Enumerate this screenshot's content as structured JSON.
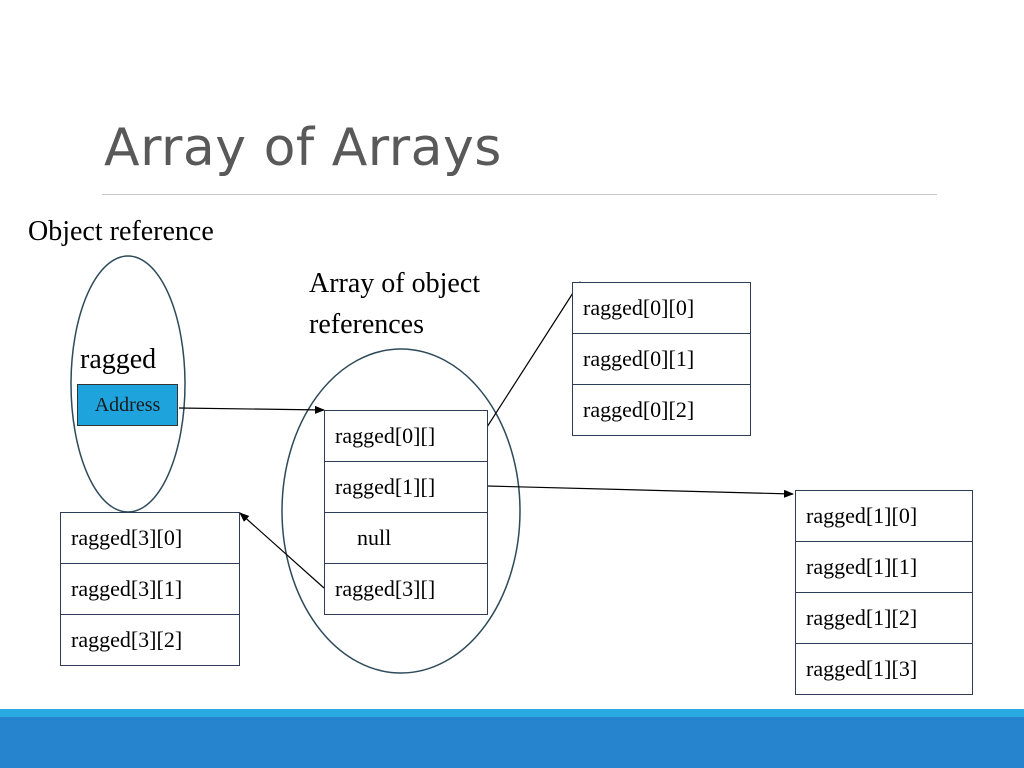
{
  "slide": {
    "title": "Array of Arrays"
  },
  "labels": {
    "object_reference": "Object reference",
    "array_of_refs_line1": "Array of object",
    "array_of_refs_line2": "references",
    "variable_name": "ragged",
    "address": "Address"
  },
  "arrays": {
    "middle": [
      "ragged[0][]",
      "ragged[1][]",
      "null",
      "ragged[3][]"
    ],
    "row0": [
      "ragged[0][0]",
      "ragged[0][1]",
      "ragged[0][2]"
    ],
    "row1": [
      "ragged[1][0]",
      "ragged[1][1]",
      "ragged[1][2]",
      "ragged[1][3]"
    ],
    "row3": [
      "ragged[3][0]",
      "ragged[3][1]",
      "ragged[3][2]"
    ]
  },
  "colors": {
    "address_fill": "#1fa3dc",
    "cell_border": "#2e3c55",
    "ellipse_stroke": "#2e4a5a",
    "footer_light": "#29abe2",
    "footer_dark": "#2584cd"
  }
}
